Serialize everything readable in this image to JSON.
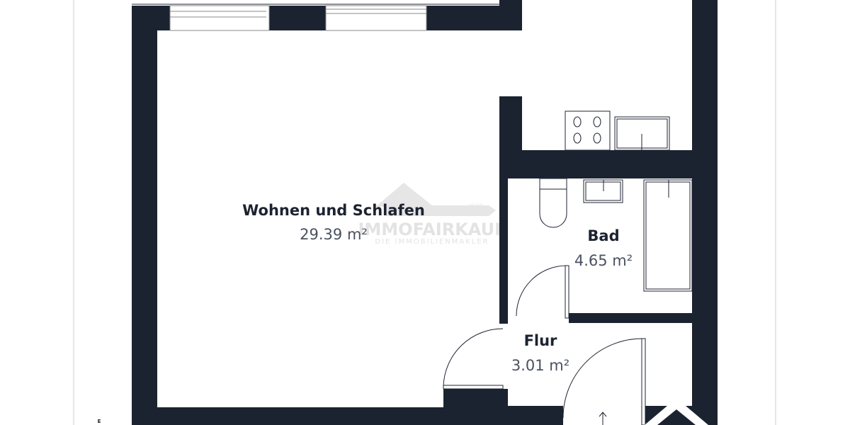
{
  "colors": {
    "wall": "#1c2330",
    "text": "#1c2330",
    "area_text": "#4a5260",
    "watermark": "#e3e3e3",
    "border": "#e6e6e6"
  },
  "rooms": [
    {
      "name": "Wohnen und Schlafen",
      "area": "29.39 m²"
    },
    {
      "name": "Bad",
      "area": "4.65 m²"
    },
    {
      "name": "Flur",
      "area": "3.01 m²"
    }
  ],
  "watermark": {
    "brand": "IMMOFAIRKAUF",
    "tagline": "DIE IMMOBILIENMAKLER",
    "since": "Seit 2020"
  },
  "compass": {
    "label": "E"
  }
}
